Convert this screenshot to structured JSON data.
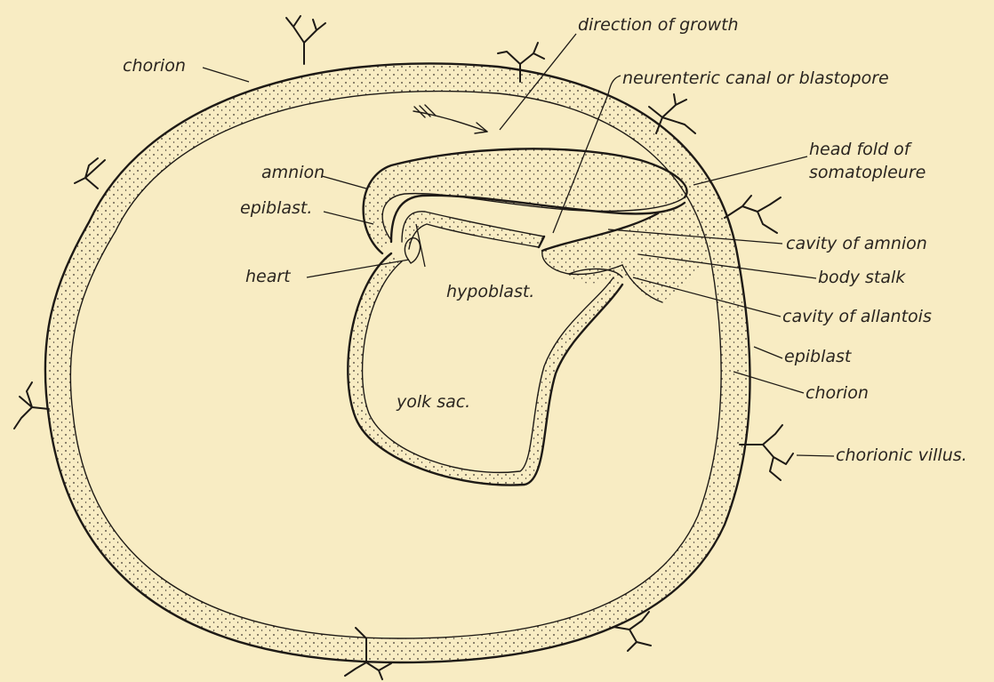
{
  "colors": {
    "background": "#f8ecc3",
    "ink": "#1e1a16",
    "stipple": "#3a332b"
  },
  "labels": {
    "chorion_top": "chorion",
    "direction_of_growth": "direction of growth",
    "neurenteric_canal": "neurenteric canal or blastopore",
    "head_fold_line1": "head fold of",
    "head_fold_line2": "somatopleure",
    "amnion": "amnion",
    "epiblast_left": "epiblast.",
    "heart": "heart",
    "hypoblast": "hypoblast.",
    "cavity_of_amnion": "cavity of amnion",
    "body_stalk": "body stalk",
    "cavity_of_allantois": "cavity of allantois",
    "epiblast_right": "epiblast",
    "chorion_right": "chorion",
    "chorionic_villus": "chorionic villus.",
    "yolk_sac": "yolk sac."
  }
}
